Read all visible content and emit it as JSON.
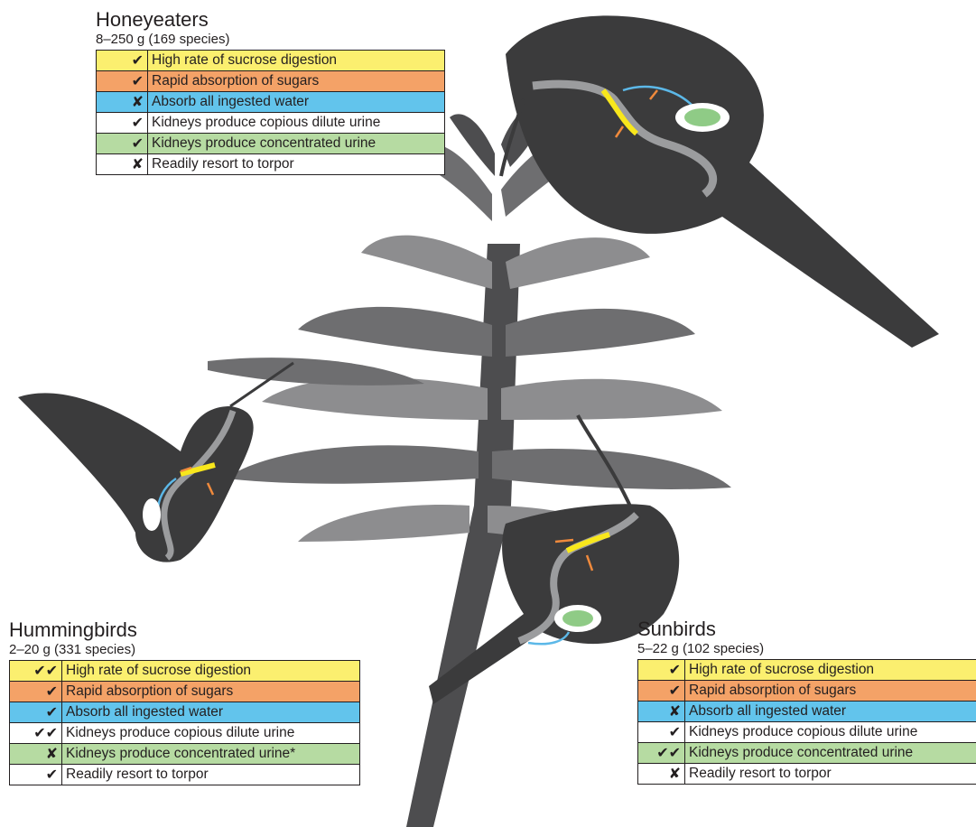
{
  "colors": {
    "yellow": "#fbef6f",
    "orange": "#f4a267",
    "blue": "#62c4ec",
    "white": "#ffffff",
    "green": "#b6dba2",
    "plant_dark": "#4d4d4f",
    "plant_mid": "#6e6e70",
    "plant_light": "#8d8d8f",
    "bird": "#3b3b3c",
    "gut": "#9b9c9e",
    "intestine_highlight": "#f8e71c",
    "arrow_orange": "#f08a3c",
    "arrow_blue": "#5cb8e8",
    "kidney": "#8fcb86"
  },
  "panels": {
    "honeyeaters": {
      "title": "Honeyeaters",
      "subtitle": "8–250 g (169 species)",
      "rows": [
        {
          "mark": "✔",
          "label": "High rate of sucrose digestion",
          "color": "yellow"
        },
        {
          "mark": "✔",
          "label": "Rapid absorption of sugars",
          "color": "orange"
        },
        {
          "mark": "✘",
          "label": "Absorb all ingested water",
          "color": "blue"
        },
        {
          "mark": "✔",
          "label": "Kidneys produce copious dilute urine",
          "color": "white"
        },
        {
          "mark": "✔",
          "label": "Kidneys produce concentrated urine",
          "color": "green"
        },
        {
          "mark": "✘",
          "label": "Readily resort to torpor",
          "color": "white"
        }
      ]
    },
    "hummingbirds": {
      "title": "Hummingbirds",
      "subtitle": "2–20 g (331 species)",
      "rows": [
        {
          "mark": "✔✔",
          "label": "High rate of sucrose digestion",
          "color": "yellow"
        },
        {
          "mark": "✔",
          "label": "Rapid absorption of sugars",
          "color": "orange"
        },
        {
          "mark": "✔",
          "label": "Absorb all ingested water",
          "color": "blue"
        },
        {
          "mark": "✔✔",
          "label": "Kidneys produce copious dilute urine",
          "color": "white"
        },
        {
          "mark": "✘",
          "label": "Kidneys produce concentrated urine*",
          "color": "green"
        },
        {
          "mark": "✔",
          "label": "Readily resort to torpor",
          "color": "white"
        }
      ]
    },
    "sunbirds": {
      "title": "Sunbirds",
      "subtitle": "5–22 g (102 species)",
      "rows": [
        {
          "mark": "✔",
          "label": "High rate of sucrose digestion",
          "color": "yellow"
        },
        {
          "mark": "✔",
          "label": "Rapid absorption of sugars",
          "color": "orange"
        },
        {
          "mark": "✘",
          "label": "Absorb all ingested water",
          "color": "blue"
        },
        {
          "mark": "✔",
          "label": "Kidneys produce copious dilute urine",
          "color": "white"
        },
        {
          "mark": "✔✔",
          "label": "Kidneys produce concentrated urine",
          "color": "green"
        },
        {
          "mark": "✘",
          "label": "Readily resort to torpor",
          "color": "white"
        }
      ]
    }
  }
}
